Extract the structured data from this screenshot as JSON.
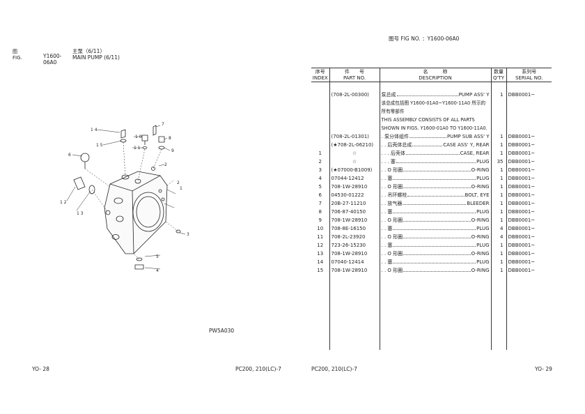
{
  "left_page": {
    "fig_label_cn": "图",
    "fig_label_en": "FIG.",
    "fig_number": "Y1600-06A0",
    "title_cn": "主泵（6/11）",
    "title_en": "MAIN PUMP (6/11)",
    "drawing_code": "PW5A030",
    "page_number": "YO- 28",
    "model": "PC200, 210(LC)-7",
    "callouts": [
      "1 4",
      "1 0",
      "7",
      "8",
      "1 5",
      "1 1",
      "9",
      "6",
      "2",
      "2",
      "1",
      "1 2",
      "1 3",
      "3",
      "5",
      "4"
    ]
  },
  "right_page": {
    "fig_no_text": "图号 FIG NO. ：Y1600-06A0",
    "model": "PC200, 210(LC)-7",
    "page_number": "YO- 29",
    "headers": {
      "index_cn": "序号",
      "index_en": "INDEX",
      "part_cn": "件　　号",
      "part_en": "PART NO.",
      "desc_cn": "名　　　称",
      "desc_en": "DESCRIPTION",
      "qty_cn": "数量",
      "qty_en": "Q'TY",
      "serial_cn": "系列号",
      "serial_en": "SERIAL NO."
    },
    "rows": [
      {
        "index": "",
        "part": "(708-2L-00300)",
        "name": "泵总成",
        "desc": "PUMP ASS' Y",
        "qty": "1",
        "serial": "DBB0001~"
      },
      {
        "index": "",
        "part": "(708-2L-01301)",
        "name": ". 泵分体组件",
        "desc": "PUMP SUB ASS' Y",
        "qty": "1",
        "serial": "DBB0001~"
      },
      {
        "index": "",
        "part": "(★708-2L-06210)",
        "name": ". . 后壳体总成",
        "desc": "CASE ASS' Y, REAR",
        "qty": "1",
        "serial": "DBB0001~"
      },
      {
        "index": "1",
        "part": "☆",
        "name": ". . . 后壳体",
        "desc": "CASE, REAR",
        "qty": "1",
        "serial": "DBB0001~"
      },
      {
        "index": "2",
        "part": "☆",
        "name": ". . . 塞",
        "desc": "PLUG",
        "qty": "35",
        "serial": "DBB0001~"
      },
      {
        "index": "3",
        "part": "(★07000-B1009)",
        "name": ". . O 形圈",
        "desc": "O-RING",
        "qty": "1",
        "serial": "DBB0001~"
      },
      {
        "index": "4",
        "part": "07044-12412",
        "name": ". . 塞",
        "desc": "PLUG",
        "qty": "1",
        "serial": "DBB0001~"
      },
      {
        "index": "5",
        "part": "708-1W-28910",
        "name": ". . O 形圈",
        "desc": "O-RING",
        "qty": "1",
        "serial": "DBB0001~"
      },
      {
        "index": "6",
        "part": "04530-01222",
        "name": ". . 吊环螺栓",
        "desc": "BOLT, EYE",
        "qty": "1",
        "serial": "DBB0001~"
      },
      {
        "index": "7",
        "part": "20B-27-11210",
        "name": ". . 放气器",
        "desc": "BLEEDER",
        "qty": "1",
        "serial": "DBB0001~"
      },
      {
        "index": "8",
        "part": "706-87-40150",
        "name": ". . 塞",
        "desc": "PLUG",
        "qty": "1",
        "serial": "DBB0001~"
      },
      {
        "index": "9",
        "part": "708-1W-28910",
        "name": ". . O 形圈",
        "desc": "O-RING",
        "qty": "1",
        "serial": "DBB0001~"
      },
      {
        "index": "10",
        "part": "708-8E-16150",
        "name": ". . 塞",
        "desc": "PLUG",
        "qty": "4",
        "serial": "DBB0001~"
      },
      {
        "index": "11",
        "part": "708-2L-23920",
        "name": ". . O 形圈",
        "desc": "O-RING",
        "qty": "4",
        "serial": "DBB0001~"
      },
      {
        "index": "12",
        "part": "723-26-15230",
        "name": ". . 塞",
        "desc": "PLUG",
        "qty": "1",
        "serial": "DBB0001~"
      },
      {
        "index": "13",
        "part": "708-1W-28910",
        "name": ". . O 形圈",
        "desc": "O-RING",
        "qty": "1",
        "serial": "DBB0001~"
      },
      {
        "index": "14",
        "part": "07040-12414",
        "name": ". . 塞",
        "desc": "PLUG",
        "qty": "1",
        "serial": "DBB0001~"
      },
      {
        "index": "15",
        "part": "708-1W-28910",
        "name": ". . O 形圈",
        "desc": "O-RING",
        "qty": "1",
        "serial": "DBB0001~"
      }
    ],
    "assembly_note": [
      "该总成包括图 Y1600-01A0~Y1600-11A0 所示的",
      "所有零部件",
      "THIS ASSEMBLY CONSISTS OF ALL PARTS",
      "SHOWN IN FIGS. Y1600-01A0 TO Y1600-11A0."
    ]
  }
}
